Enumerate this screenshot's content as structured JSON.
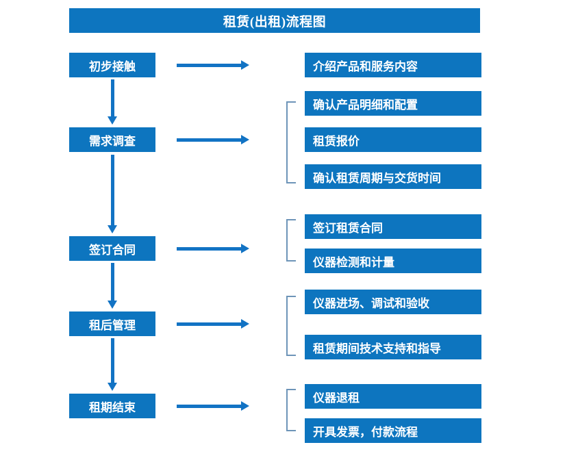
{
  "diagram": {
    "title": "租赁(出租)流程图",
    "colors": {
      "primary_blue": "#0d75bf",
      "arrow_blue": "#1273c4",
      "bracket_blue": "#6d94b8",
      "text_on_blue": "#ffffff",
      "background": "#ffffff"
    },
    "stages": [
      {
        "id": "stage-1",
        "label": "初步接触",
        "details": [
          "介绍产品和服务内容"
        ],
        "bracketed": false
      },
      {
        "id": "stage-2",
        "label": "需求调查",
        "details": [
          "确认产品明细和配置",
          "租赁报价",
          "确认租赁周期与交货时间"
        ],
        "bracketed": true
      },
      {
        "id": "stage-3",
        "label": "签订合同",
        "details": [
          "签订租赁合同",
          "仪器检测和计量"
        ],
        "bracketed": true
      },
      {
        "id": "stage-4",
        "label": "租后管理",
        "details": [
          "仪器进场、调试和验收",
          "租赁期间技术支持和指导"
        ],
        "bracketed": true
      },
      {
        "id": "stage-5",
        "label": "租期结束",
        "details": [
          "仪器退租",
          "开具发票，付款流程"
        ],
        "bracketed": true
      }
    ],
    "detail_boxes": [
      "介绍产品和服务内容",
      "确认产品明细和配置",
      "租赁报价",
      "确认租赁周期与交货时间",
      "签订租赁合同",
      "仪器检测和计量",
      "仪器进场、调试和验收",
      "租赁期间技术支持和指导",
      "仪器退租",
      "开具发票，付款流程"
    ],
    "flow_arrows_vertical": 4,
    "flow_arrows_horizontal": 5
  }
}
